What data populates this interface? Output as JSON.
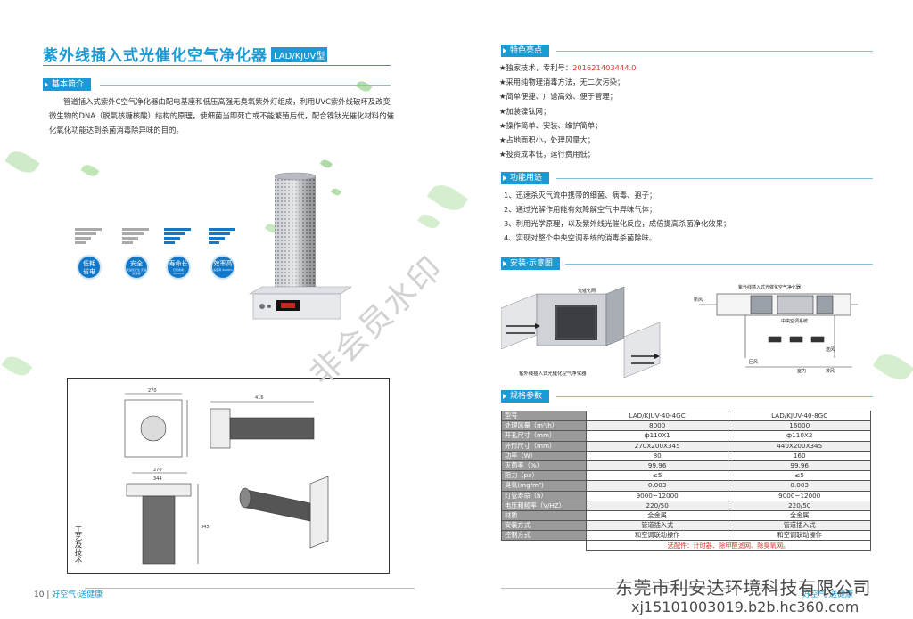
{
  "left": {
    "title": "紫外线插入式光催化空气净化器",
    "model_tag": "LAD/KJUV型",
    "intro_heading": "基本简介",
    "intro_text": "管道插入式紫外C空气净化器由配电基座和低压高强无臭氧紫外灯组成，利用UVC紫外线破坏及改变微生物的DNA（脱氧核糖核酸）结构的原理，使细菌当即死亡或不能繁殖后代，配合镍钛光催化材料的催化氧化功能达到杀菌消毒除异味的目的。",
    "badges": [
      {
        "label_1": "低耗",
        "label_2": "省电",
        "sub": ""
      },
      {
        "label_1": "安全",
        "label_2": "",
        "sub": "无臭氧产生 无辐射泄漏"
      },
      {
        "label_1": "寿命长",
        "label_2": "",
        "sub": "灯管寿命 12000H"
      },
      {
        "label_1": "效率高",
        "label_2": "",
        "sub": "杀菌率 99.96%"
      }
    ],
    "drawing_label": "工艺及技术",
    "drawing_dims": {
      "top_width": "270",
      "side_len": "416",
      "mid_width": "270",
      "inner_width": "344",
      "height_mark": "345"
    },
    "footer_page": "10",
    "footer_brand": "好空气·送健康"
  },
  "right": {
    "features_heading": "特色亮点",
    "features": [
      {
        "text": "独家技术，专利号：",
        "patent": "201621403444.0"
      },
      {
        "text": "采用纯物理消毒方法，无二次污染；",
        "patent": ""
      },
      {
        "text": "简单便捷、广谱高效、便于管理；",
        "patent": ""
      },
      {
        "text": "加装镍钛网；",
        "patent": ""
      },
      {
        "text": "操作简单、安装、维护简单；",
        "patent": ""
      },
      {
        "text": "占地面积小，处理风量大；",
        "patent": ""
      },
      {
        "text": "投资成本低，运行费用低；",
        "patent": ""
      }
    ],
    "function_heading": "功能用途",
    "functions": [
      "1、迅速杀灭气流中携带的细菌、病毒、孢子；",
      "2、通过光解作用能有效降解空气中异味气体；",
      "3、利用光学原理，以及紫外线光催化反应，成倍提高杀菌净化效果；",
      "4、实现对整个中央空调系统的消毒杀菌除味。"
    ],
    "install_heading": "安装·示意图",
    "install_labels": {
      "mesh": "光催化网",
      "device": "紫外线插入式光催化空气净化器",
      "device2": "紫外线插入式光催化空气净化器",
      "fresh_air": "新风",
      "central_ac": "中央空调系统",
      "supply": "送风",
      "return_air": "回风",
      "indoor": "室内",
      "exhaust": "排风"
    },
    "spec_heading": "规格参数",
    "spec_rows": [
      {
        "key": "型号",
        "a": "LAD/KJUV-40-4GC",
        "b": "LAD/KJUV-40-8GC"
      },
      {
        "key": "处理风量（m³/h）",
        "a": "8000",
        "b": "16000"
      },
      {
        "key": "开孔尺寸（mm）",
        "a": "ф110X1",
        "b": "ф110X2"
      },
      {
        "key": "外形尺寸（mm）",
        "a": "270X200X345",
        "b": "440X200X345"
      },
      {
        "key": "功率（W）",
        "a": "80",
        "b": "160"
      },
      {
        "key": "灭菌率（%）",
        "a": "99.96",
        "b": "99.96"
      },
      {
        "key": "阻力（pa）",
        "a": "≤5",
        "b": "≤5"
      },
      {
        "key": "臭氧(mg/m³)",
        "a": "0.003",
        "b": "0.003"
      },
      {
        "key": "灯管寿命（h）",
        "a": "9000~12000",
        "b": "9000~12000"
      },
      {
        "key": "电压和频率（V/HZ）",
        "a": "220/50",
        "b": "220/50"
      },
      {
        "key": "材质",
        "a": "全金属",
        "b": "全金属"
      },
      {
        "key": "安装方式",
        "a": "管道插入式",
        "b": "管道插入式"
      },
      {
        "key": "控制方式",
        "a": "和空调联动操作",
        "b": "和空调联动操作"
      }
    ],
    "spec_note": "选配件：计时器、除甲醛滤网、除臭氧网。",
    "footer_brand": "好空气·送健康"
  },
  "watermark": "非会员水印",
  "company": "东莞市利安达环境科技有限公司",
  "site": "xj15101003019.b2b.hc360.com",
  "colors": {
    "accent": "#1a9bd6",
    "badge": "#1478c8",
    "patent": "#e0342c",
    "leaf": "#7cc576"
  }
}
